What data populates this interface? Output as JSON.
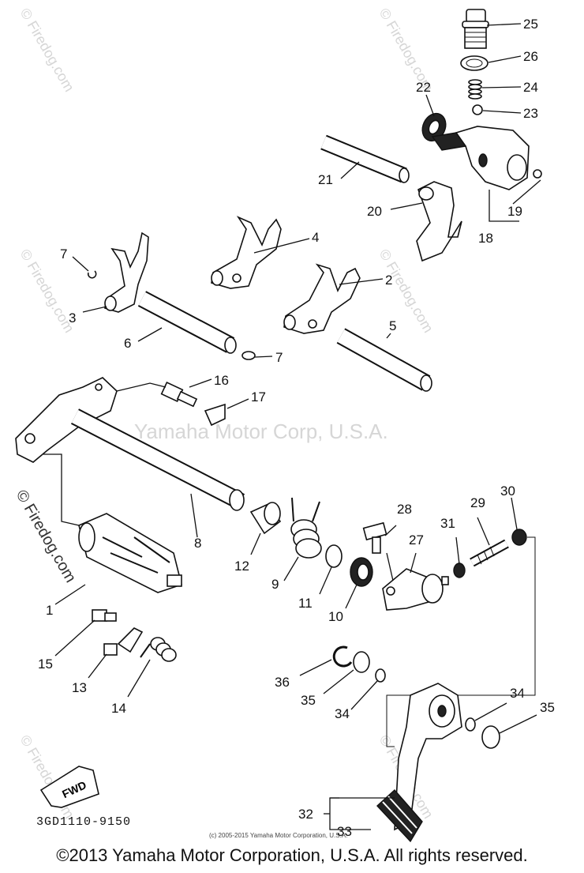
{
  "diagram": {
    "watermark_center": "Yamaha Motor Corp, U.S.A.",
    "watermark_side": "© Firedog.com",
    "fwd_label": "FWD",
    "drawing_code": "3GD1110-9150",
    "small_copyright": "(c) 2005-2015 Yamaha Motor Corporation, U.S.A.",
    "footer": "©2013 Yamaha Motor Corporation, U.S.A. All rights reserved.",
    "callouts": [
      {
        "id": "25",
        "text": "25"
      },
      {
        "id": "26",
        "text": "26"
      },
      {
        "id": "24",
        "text": "24"
      },
      {
        "id": "23",
        "text": "23"
      },
      {
        "id": "22",
        "text": "22"
      },
      {
        "id": "21",
        "text": "21"
      },
      {
        "id": "20",
        "text": "20"
      },
      {
        "id": "19",
        "text": "19"
      },
      {
        "id": "18",
        "text": "18"
      },
      {
        "id": "4",
        "text": "4"
      },
      {
        "id": "7a",
        "text": "7"
      },
      {
        "id": "3",
        "text": "3"
      },
      {
        "id": "2",
        "text": "2"
      },
      {
        "id": "5",
        "text": "5"
      },
      {
        "id": "6",
        "text": "6"
      },
      {
        "id": "7b",
        "text": "7"
      },
      {
        "id": "16",
        "text": "16"
      },
      {
        "id": "17",
        "text": "17"
      },
      {
        "id": "8",
        "text": "8"
      },
      {
        "id": "1",
        "text": "1"
      },
      {
        "id": "12",
        "text": "12"
      },
      {
        "id": "9",
        "text": "9"
      },
      {
        "id": "11",
        "text": "11"
      },
      {
        "id": "10",
        "text": "10"
      },
      {
        "id": "28",
        "text": "28"
      },
      {
        "id": "27",
        "text": "27"
      },
      {
        "id": "31",
        "text": "31"
      },
      {
        "id": "29",
        "text": "29"
      },
      {
        "id": "30",
        "text": "30"
      },
      {
        "id": "15",
        "text": "15"
      },
      {
        "id": "13",
        "text": "13"
      },
      {
        "id": "14",
        "text": "14"
      },
      {
        "id": "36",
        "text": "36"
      },
      {
        "id": "35a",
        "text": "35"
      },
      {
        "id": "34a",
        "text": "34"
      },
      {
        "id": "34b",
        "text": "34"
      },
      {
        "id": "35b",
        "text": "35"
      },
      {
        "id": "32",
        "text": "32"
      },
      {
        "id": "33",
        "text": "33"
      }
    ]
  }
}
